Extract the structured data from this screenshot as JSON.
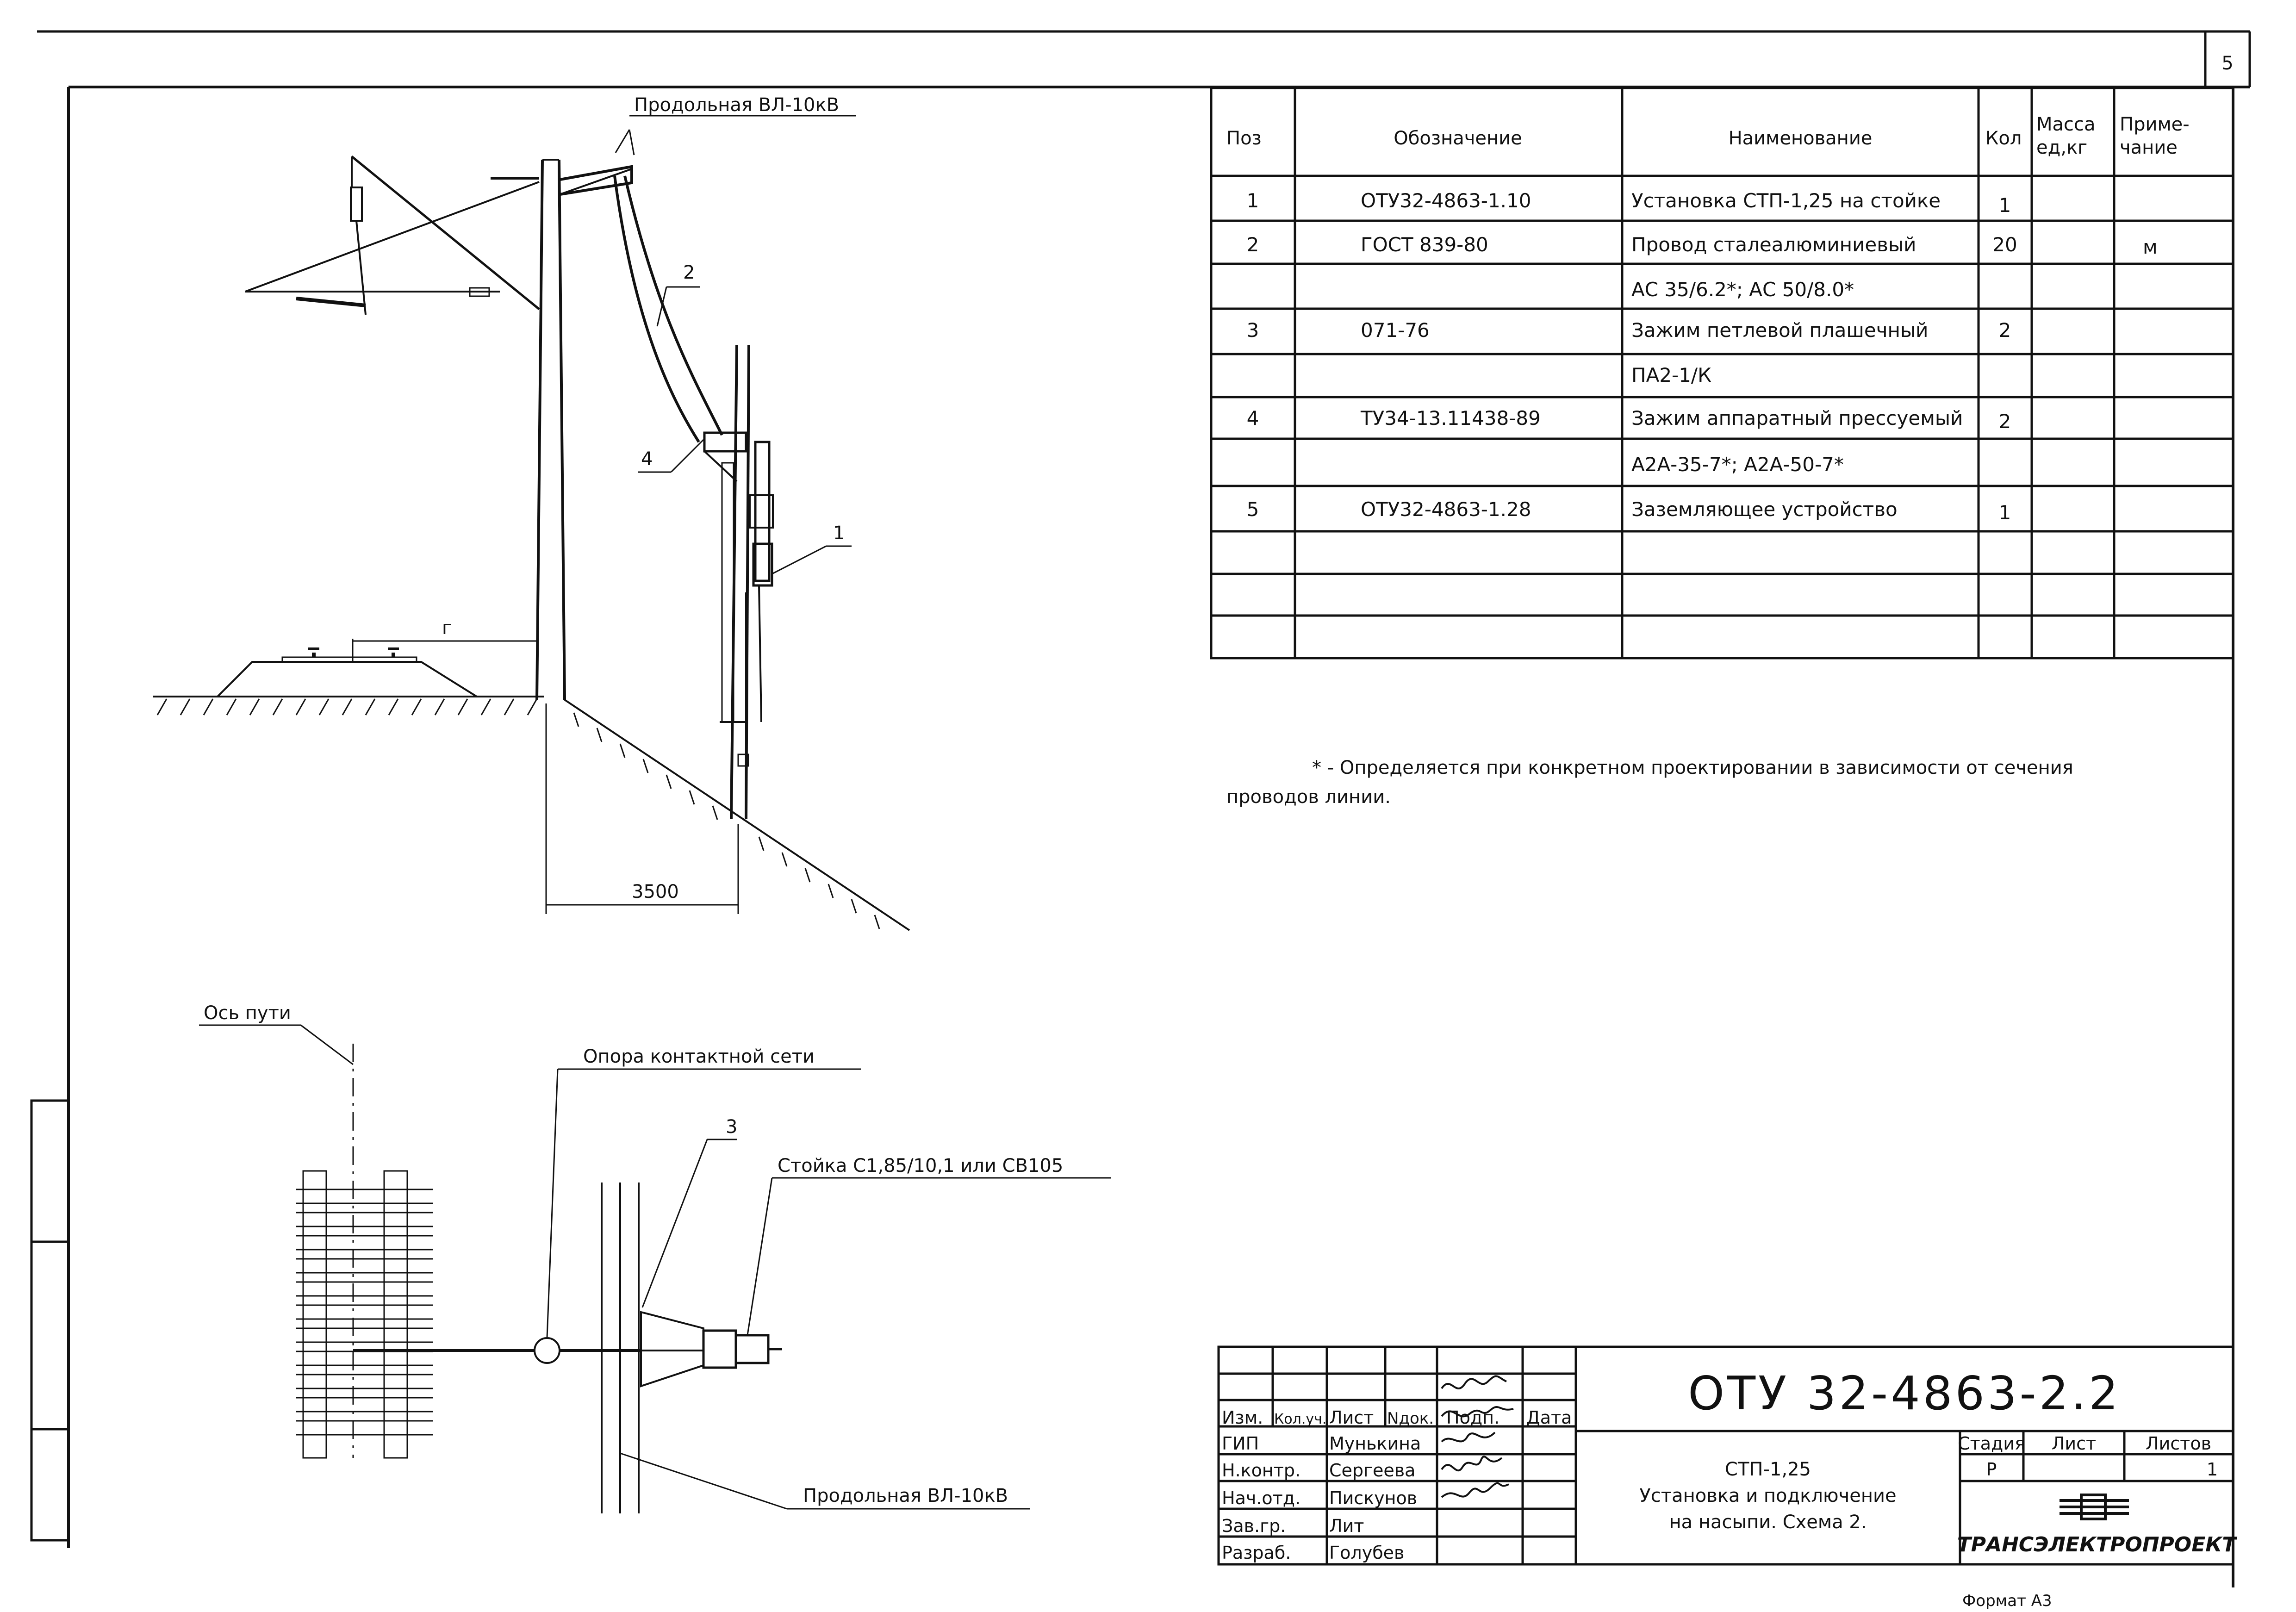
{
  "page_number": "5",
  "drawing": {
    "labels": {
      "top_line": "Продольная ВЛ-10кВ",
      "bottom_line": "Продольная ВЛ-10кВ",
      "track_axis": "Ось пути",
      "contact_support": "Опора контактной сети",
      "rack": "Стойка С1,85/10,1 или СВ105",
      "dim_g": "г",
      "dim_3500": "3500"
    },
    "position_callouts": [
      "1",
      "2",
      "3",
      "4"
    ]
  },
  "spec_table": {
    "headers": {
      "pos": "Поз",
      "designation": "Обозначение",
      "name": "Наименование",
      "qty": "Кол",
      "mass": [
        "Масса",
        "ед,кг"
      ],
      "note": [
        "Приме-",
        "чание"
      ]
    },
    "rows": [
      {
        "pos": "1",
        "designation": "ОТУ32-4863-1.10",
        "name": "Установка СТП-1,25 на стойке",
        "qty": "1",
        "mass": "",
        "note": ""
      },
      {
        "pos": "2",
        "designation": "ГОСТ 839-80",
        "name": "Провод сталеалюминиевый",
        "qty": "20",
        "mass": "",
        "note": "м"
      },
      {
        "pos": "",
        "designation": "",
        "name": "АС 35/6.2*; АС 50/8.0*",
        "qty": "",
        "mass": "",
        "note": ""
      },
      {
        "pos": "3",
        "designation": "071-76",
        "name": "Зажим петлевой плашечный",
        "qty": "2",
        "mass": "",
        "note": ""
      },
      {
        "pos": "",
        "designation": "",
        "name": "ПА2-1/К",
        "qty": "",
        "mass": "",
        "note": ""
      },
      {
        "pos": "4",
        "designation": "ТУ34-13.11438-89",
        "name": "Зажим аппаратный прессуемый",
        "qty": "2",
        "mass": "",
        "note": ""
      },
      {
        "pos": "",
        "designation": "",
        "name": "А2А-35-7*; А2А-50-7*",
        "qty": "",
        "mass": "",
        "note": ""
      },
      {
        "pos": "5",
        "designation": "ОТУ32-4863-1.28",
        "name": "Заземляющее устройство",
        "qty": "1",
        "mass": "",
        "note": ""
      },
      {
        "pos": "",
        "designation": "",
        "name": "",
        "qty": "",
        "mass": "",
        "note": ""
      },
      {
        "pos": "",
        "designation": "",
        "name": "",
        "qty": "",
        "mass": "",
        "note": ""
      },
      {
        "pos": "",
        "designation": "",
        "name": "",
        "qty": "",
        "mass": "",
        "note": ""
      }
    ]
  },
  "footnote": {
    "line1": "* - Определяется при конкретном проектировании в зависимости от сечения",
    "line2": "проводов линии."
  },
  "title_block": {
    "doc_code": "ОТУ 32-4863-2.2",
    "col_headers": [
      "Изм.",
      "Кол.уч.",
      "Лист",
      "Nдок.",
      "Подп.",
      "Дата"
    ],
    "roles": [
      {
        "role": "ГИП",
        "name": "Мунькина"
      },
      {
        "role": "Н.контр.",
        "name": "Сергеева"
      },
      {
        "role": "Нач.отд.",
        "name": "Пискунов"
      },
      {
        "role": "Зав.гр.",
        "name": "Лит"
      },
      {
        "role": "Разраб.",
        "name": "Голубев"
      }
    ],
    "title_lines": [
      "СТП-1,25",
      "Установка и подключение",
      "на насыпи. Схема 2."
    ],
    "stage_label": "Стадия",
    "sheet_label": "Лист",
    "sheets_label": "Листов",
    "stage_value": "Р",
    "sheet_value": "",
    "sheets_value": "1",
    "company": "ТРАНСЭЛЕКТРОПРОЕКТ",
    "format": "Формат А3"
  }
}
